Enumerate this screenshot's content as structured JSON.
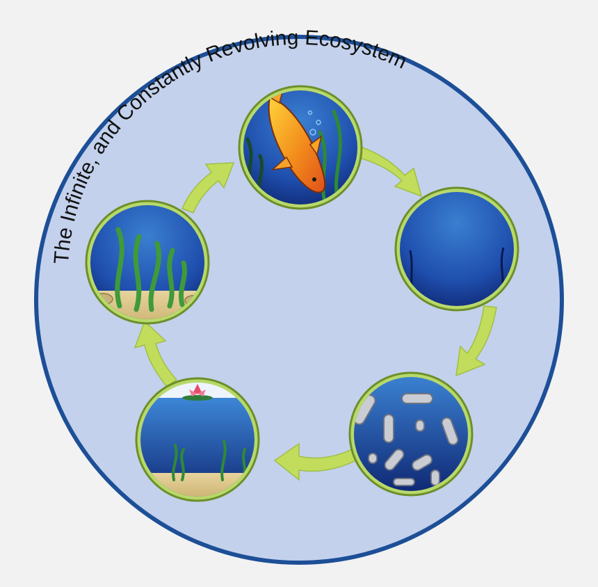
{
  "diagram": {
    "title": "The Infinite, and Constantly Revolving Ecosystem",
    "colors": {
      "page_bg": "#f2f2f3",
      "outer_fill": "#c3d1ec",
      "outer_stroke": "#1d4f97",
      "ring": "#b8d96a",
      "ring_stroke": "#6c8f2a",
      "arrow": "#c2dd5c",
      "water_light": "#3a7fd0",
      "water_dark": "#0c2068",
      "sand": "#d8c48e",
      "weed": "#3f9a3a",
      "fish": "#f28c1c",
      "lily": "#e84b6c"
    },
    "stages": [
      {
        "id": "fish",
        "scene": "fish-in-water"
      },
      {
        "id": "empty-water",
        "scene": "open-water"
      },
      {
        "id": "decomposers",
        "scene": "bacteria"
      },
      {
        "id": "pond",
        "scene": "pond-with-lily"
      },
      {
        "id": "seaweed",
        "scene": "seaweed-bed"
      }
    ]
  }
}
